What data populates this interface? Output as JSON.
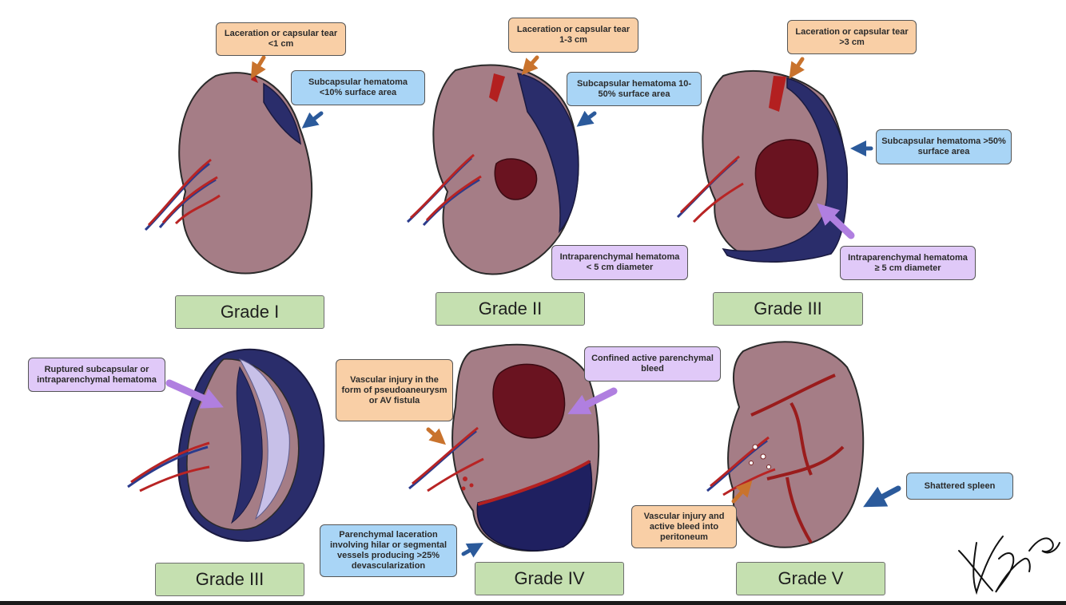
{
  "grades": [
    {
      "id": "grade-1",
      "label": "Grade I"
    },
    {
      "id": "grade-2",
      "label": "Grade II"
    },
    {
      "id": "grade-3a",
      "label": "Grade III"
    },
    {
      "id": "grade-3b",
      "label": "Grade III"
    },
    {
      "id": "grade-4",
      "label": "Grade IV"
    },
    {
      "id": "grade-5",
      "label": "Grade V"
    }
  ],
  "annotations": {
    "g1_laceration": "Laceration or capsular tear <1 cm",
    "g1_hematoma": "Subcapsular hematoma <10% surface area",
    "g2_laceration": "Laceration or capsular tear 1-3 cm",
    "g2_hematoma": "Subcapsular hematoma 10-50% surface area",
    "g2_intraparenchymal": "Intraparenchymal hematoma < 5 cm diameter",
    "g3_laceration": "Laceration or capsular tear >3 cm",
    "g3_hematoma": "Subcapsular hematoma >50% surface area",
    "g3_intraparenchymal": "Intraparenchymal hematoma ≥ 5 cm diameter",
    "g3b_ruptured": "Ruptured subcapsular or intraparenchymal hematoma",
    "g4_vascular": "Vascular injury in the form of pseudoaneurysm or AV fistula",
    "g4_bleed": "Confined active parenchymal bleed",
    "g4_laceration": "Parenchymal laceration involving hilar or segmental vessels producing >25% devascularization",
    "g5_vascular": "Vascular injury and active bleed into peritoneum",
    "g5_shattered": "Shattered spleen"
  },
  "colors": {
    "spleen": "#a57d86",
    "hematoma": "#2a2d6b",
    "clot": "#6a1320",
    "arrow_orange": "#c9732d",
    "arrow_blue": "#2b5a9b",
    "arrow_purple": "#b07fe0"
  }
}
